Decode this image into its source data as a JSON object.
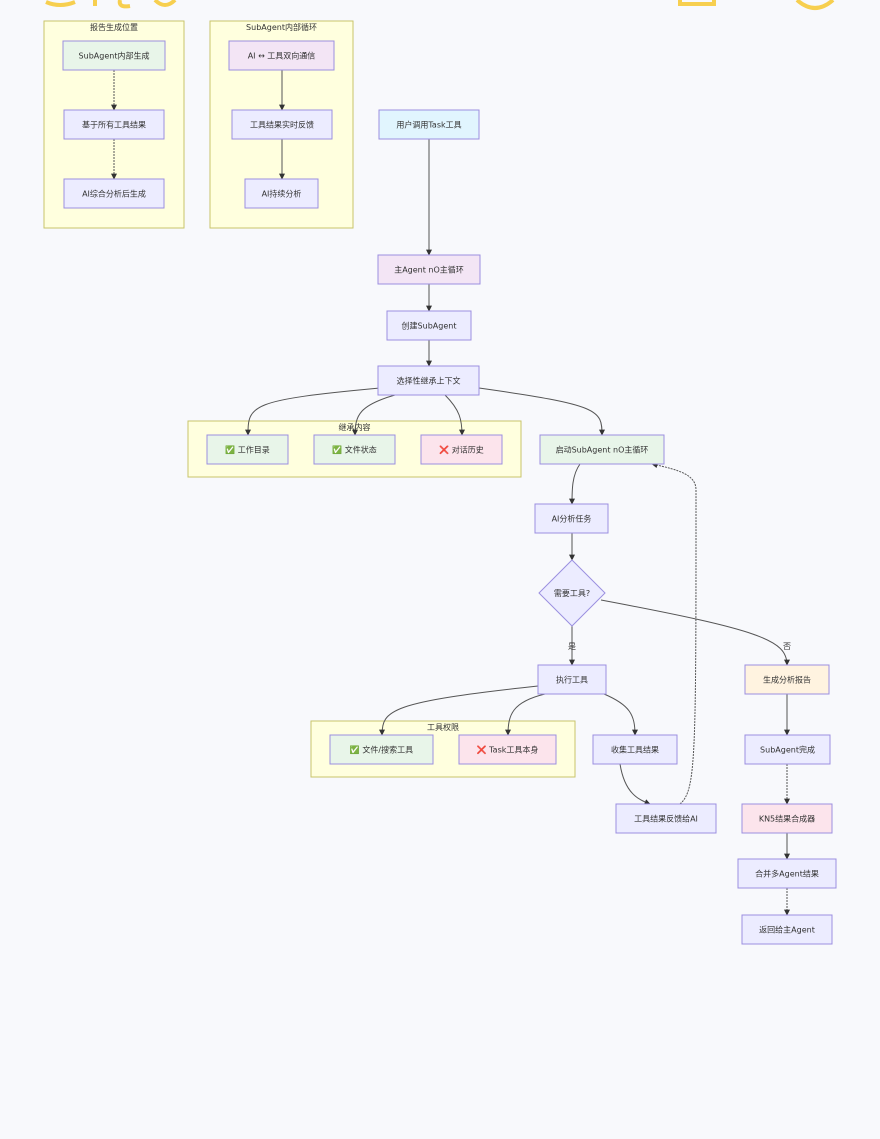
{
  "colors": {
    "default": "#ececff",
    "green": "#e8f5e9",
    "pink": "#fce4ec",
    "purple": "#f3e5f5",
    "cyan": "#e1f5fe",
    "orange": "#fff3e0",
    "cluster": "#ffffde"
  },
  "clusters": {
    "report": "报告生成位置",
    "loop": "SubAgent内部循环",
    "inherit": "继承内容",
    "tools": "工具权限"
  },
  "nodes": {
    "r1": "SubAgent内部生成",
    "r2": "基于所有工具结果",
    "r3": "AI综合分析后生成",
    "l1": "AI ↔ 工具双向通信",
    "l2": "工具结果实时反馈",
    "l3": "AI持续分析",
    "user": "用户调用Task工具",
    "main": "主Agent nO主循环",
    "create": "创建SubAgent",
    "select": "选择性继承上下文",
    "inh1": "✅ 工作目录",
    "inh2": "✅ 文件状态",
    "inh3": "❌ 对话历史",
    "start": "启动SubAgent nO主循环",
    "analyze": "AI分析任务",
    "need": "需要工具?",
    "exec": "执行工具",
    "t1": "✅ 文件/搜索工具",
    "t2": "❌ Task工具本身",
    "collect": "收集工具结果",
    "feedback": "工具结果反馈给AI",
    "report": "生成分析报告",
    "done": "SubAgent完成",
    "kn5": "KN5结果合成器",
    "merge": "合并多Agent结果",
    "ret": "返回给主Agent"
  },
  "edge_labels": {
    "yes": "是",
    "no": "否"
  }
}
